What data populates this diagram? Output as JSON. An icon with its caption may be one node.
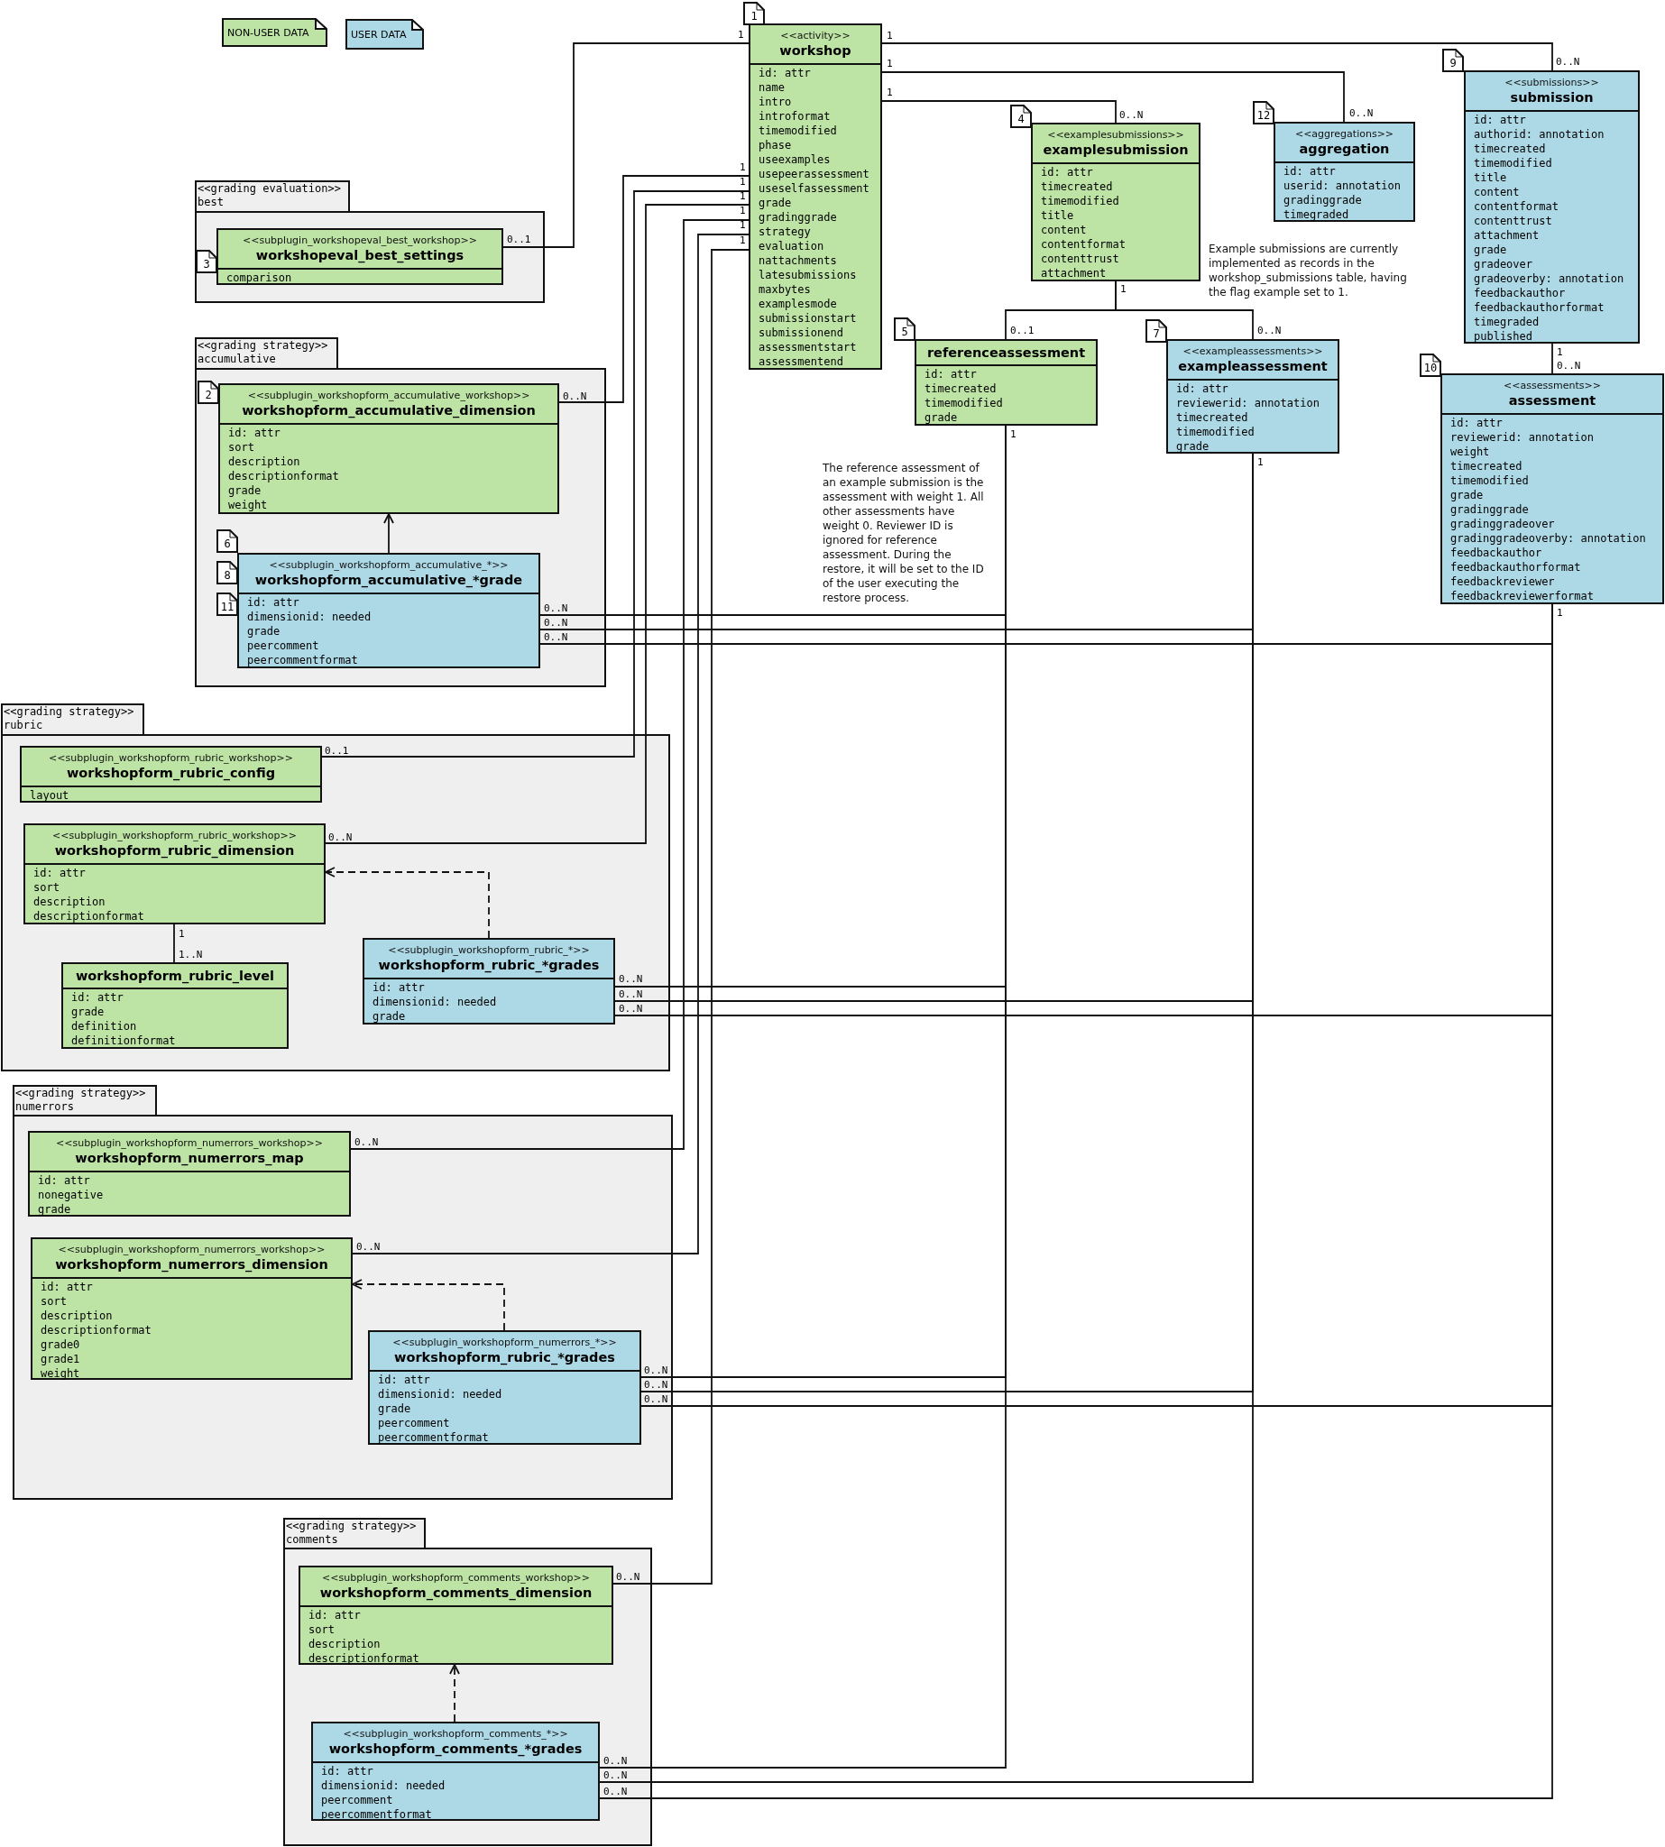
{
  "diagram": {
    "nodes": [
      {
        "text": [
          "<<activity>>",
          "workshop",
          "id: attr",
          "name",
          "intro",
          "introformat",
          "timemodified",
          "phase",
          "useexamples",
          "usepeerassessment",
          "useselfassessment",
          "grade",
          "gradinggrade",
          "strategy",
          "evaluation",
          "nattachments",
          "latesubmissions",
          "maxbytes",
          "examplesmode",
          "submissionstart",
          "submissionend",
          "assessmentstart",
          "assessmentend"
        ],
        "beside": [
          "1"
        ]
      },
      {
        "text": [
          "<<submissions>>",
          "submission",
          "id: attr",
          "authorid: annotation",
          "timecreated",
          "timemodified",
          "title",
          "content",
          "contentformat",
          "contenttrust",
          "attachment",
          "grade",
          "gradeover",
          "gradeoverby: annotation",
          "feedbackauthor",
          "feedbackauthorformat",
          "timegraded",
          "published"
        ],
        "beside": [
          "9"
        ]
      },
      {
        "text": [
          "<<aggregations>>",
          "aggregation",
          "id: attr",
          "userid: annotation",
          "gradinggrade",
          "timegraded"
        ],
        "beside": [
          "12"
        ]
      },
      {
        "text": [
          "<<examplesubmissions>>",
          "examplesubmission",
          "id: attr",
          "timecreated",
          "timemodified",
          "title",
          "content",
          "contentformat",
          "contenttrust",
          "attachment"
        ],
        "beside": [
          "4"
        ]
      },
      {
        "text": [
          "referenceassessment",
          "id: attr",
          "timecreated",
          "timemodified",
          "grade"
        ],
        "beside": [
          "5"
        ]
      },
      {
        "text": [
          "<<exampleassessments>>",
          "exampleassessment",
          "id: attr",
          "reviewerid: annotation",
          "timecreated",
          "timemodified",
          "grade"
        ],
        "beside": [
          "7"
        ]
      },
      {
        "text": [
          "<<assessments>>",
          "assessment",
          "id: attr",
          "reviewerid: annotation",
          "weight",
          "timecreated",
          "timemodified",
          "grade",
          "gradinggrade",
          "gradinggradeover",
          "gradinggradeoverby: annotation",
          "feedbackauthor",
          "feedbackauthorformat",
          "feedbackreviewer",
          "feedbackreviewerformat"
        ],
        "beside": [
          "10"
        ]
      },
      {
        "text": [
          "<<grading evaluation>>",
          "best"
        ]
      },
      {
        "text": [
          "<<subplugin_workshopeval_best_workshop>>",
          "workshopeval_best_settings",
          "comparison"
        ],
        "in": 7,
        "beside": [
          "3"
        ]
      },
      {
        "text": [
          "<<grading strategy>>",
          "accumulative"
        ]
      },
      {
        "text": [
          "<<subplugin_workshopform_accumulative_workshop>>",
          "workshopform_accumulative_dimension",
          "id: attr",
          "sort",
          "description",
          "descriptionformat",
          "grade",
          "weight"
        ],
        "in": 9,
        "beside": [
          "2"
        ]
      },
      {
        "text": [
          "<<subplugin_workshopform_accumulative_*>>",
          "workshopform_accumulative_*grade",
          "id: attr",
          "dimensionid: needed",
          "grade",
          "peercomment",
          "peercommentformat"
        ],
        "in": 9,
        "beside": [
          "6",
          "8",
          "11"
        ]
      },
      {
        "text": [
          "<<grading strategy>>",
          "rubric"
        ]
      },
      {
        "text": [
          "<<subplugin_workshopform_rubric_workshop>>",
          "workshopform_rubric_config",
          "layout"
        ],
        "in": 12
      },
      {
        "text": [
          "<<subplugin_workshopform_rubric_workshop>>",
          "workshopform_rubric_dimension",
          "id: attr",
          "sort",
          "description",
          "descriptionformat"
        ],
        "in": 12
      },
      {
        "text": [
          "workshopform_rubric_level",
          "id: attr",
          "grade",
          "definition",
          "definitionformat"
        ],
        "in": 12
      },
      {
        "text": [
          "<<subplugin_workshopform_rubric_*>>",
          "workshopform_rubric_*grades",
          "id: attr",
          "dimensionid: needed",
          "grade"
        ],
        "in": 12
      },
      {
        "text": [
          "<<grading strategy>>",
          "numerrors"
        ]
      },
      {
        "text": [
          "<<subplugin_workshopform_numerrors_workshop>>",
          "workshopform_numerrors_map",
          "id: attr",
          "nonegative",
          "grade"
        ],
        "in": 17
      },
      {
        "text": [
          "<<subplugin_workshopform_numerrors_workshop>>",
          "workshopform_numerrors_dimension",
          "id: attr",
          "sort",
          "description",
          "descriptionformat",
          "grade0",
          "grade1",
          "weight"
        ],
        "in": 17
      },
      {
        "text": [
          "<<subplugin_workshopform_numerrors_*>>",
          "workshopform_rubric_*grades",
          "id: attr",
          "dimensionid: needed",
          "grade",
          "peercomment",
          "peercommentformat"
        ],
        "in": 17
      },
      {
        "text": [
          "<<grading strategy>>",
          "comments"
        ]
      },
      {
        "text": [
          "<<subplugin_workshopform_comments_workshop>>",
          "workshopform_comments_dimension",
          "id: attr",
          "sort",
          "description",
          "descriptionformat"
        ],
        "in": 21
      },
      {
        "text": [
          "<<subplugin_workshopform_comments_*>>",
          "workshopform_comments_*grades",
          "id: attr",
          "dimensionid: needed",
          "peercomment",
          "peercommentformat"
        ],
        "in": 21
      }
    ],
    "edges": [
      {
        "from": 0,
        "to": 8,
        "arrow": "none"
      },
      {
        "from": 0,
        "to": 1,
        "arrow": "none"
      },
      {
        "from": 0,
        "to": 2,
        "arrow": "none"
      },
      {
        "from": 0,
        "to": 3,
        "arrow": "none"
      },
      {
        "from": 3,
        "to": 4,
        "arrow": "none"
      },
      {
        "from": 3,
        "to": 5,
        "arrow": "none"
      },
      {
        "from": 1,
        "to": 6,
        "arrow": "none"
      },
      {
        "from": 0,
        "to": 10,
        "arrow": "none"
      },
      {
        "from": 0,
        "to": 13,
        "arrow": "none"
      },
      {
        "from": 0,
        "to": 14,
        "arrow": "none"
      },
      {
        "from": 0,
        "to": 18,
        "arrow": "none"
      },
      {
        "from": 0,
        "to": 19,
        "arrow": "none"
      },
      {
        "from": 0,
        "to": 22,
        "arrow": "none"
      },
      {
        "from": 4,
        "to": 11,
        "arrow": "none"
      },
      {
        "from": 5,
        "to": 11,
        "arrow": "none"
      },
      {
        "from": 6,
        "to": 11,
        "arrow": "none"
      },
      {
        "from": 4,
        "to": 16,
        "arrow": "none"
      },
      {
        "from": 5,
        "to": 16,
        "arrow": "none"
      },
      {
        "from": 6,
        "to": 16,
        "arrow": "none"
      },
      {
        "from": 4,
        "to": 20,
        "arrow": "none"
      },
      {
        "from": 5,
        "to": 20,
        "arrow": "none"
      },
      {
        "from": 6,
        "to": 20,
        "arrow": "none"
      },
      {
        "from": 4,
        "to": 23,
        "arrow": "none"
      },
      {
        "from": 5,
        "to": 23,
        "arrow": "none"
      },
      {
        "from": 6,
        "to": 23,
        "arrow": "none"
      },
      {
        "from": 11,
        "to": 10,
        "arrow": "to"
      },
      {
        "from": 14,
        "to": 15,
        "arrow": "none"
      },
      {
        "from": 16,
        "to": 14,
        "arrow": "to",
        "style": "dashed"
      },
      {
        "from": 20,
        "to": 19,
        "arrow": "to",
        "style": "dashed"
      },
      {
        "from": 23,
        "to": 22,
        "arrow": "to",
        "style": "dashed"
      }
    ],
    "labels": [
      "1",
      "1",
      "0..N",
      "1",
      "1",
      "0..N",
      "0..N",
      "0..1",
      "1",
      "1",
      "1",
      "1",
      "1",
      "1",
      "1",
      "0..1",
      "0..N",
      "1",
      "0..N",
      "0..N",
      "1",
      "1",
      "0..N",
      "0..N",
      "0..N",
      "1",
      "0..1",
      "0..N",
      "1",
      "1..N",
      "0..N",
      "0..N",
      "0..N",
      "0..N",
      "0..N",
      "0..N",
      "0..N",
      "0..N",
      "0..N",
      "0..N",
      "0..N",
      "0..N",
      "The reference assessment of an example submission is the assessment with weight 1. All other assessments have weight 0. Reviewer ID is ignored for reference assessment. During the restore, it will be set to the ID of the user executing the restore process.",
      "Example submissions are currently implemented as records in the workshop_submissions table, having the flag example set to 1."
    ],
    "legend": [
      {
        "text": "NON-USER DATA",
        "color": "#bde3a5"
      },
      {
        "text": "USER DATA",
        "color": "#add8e6"
      }
    ]
  }
}
